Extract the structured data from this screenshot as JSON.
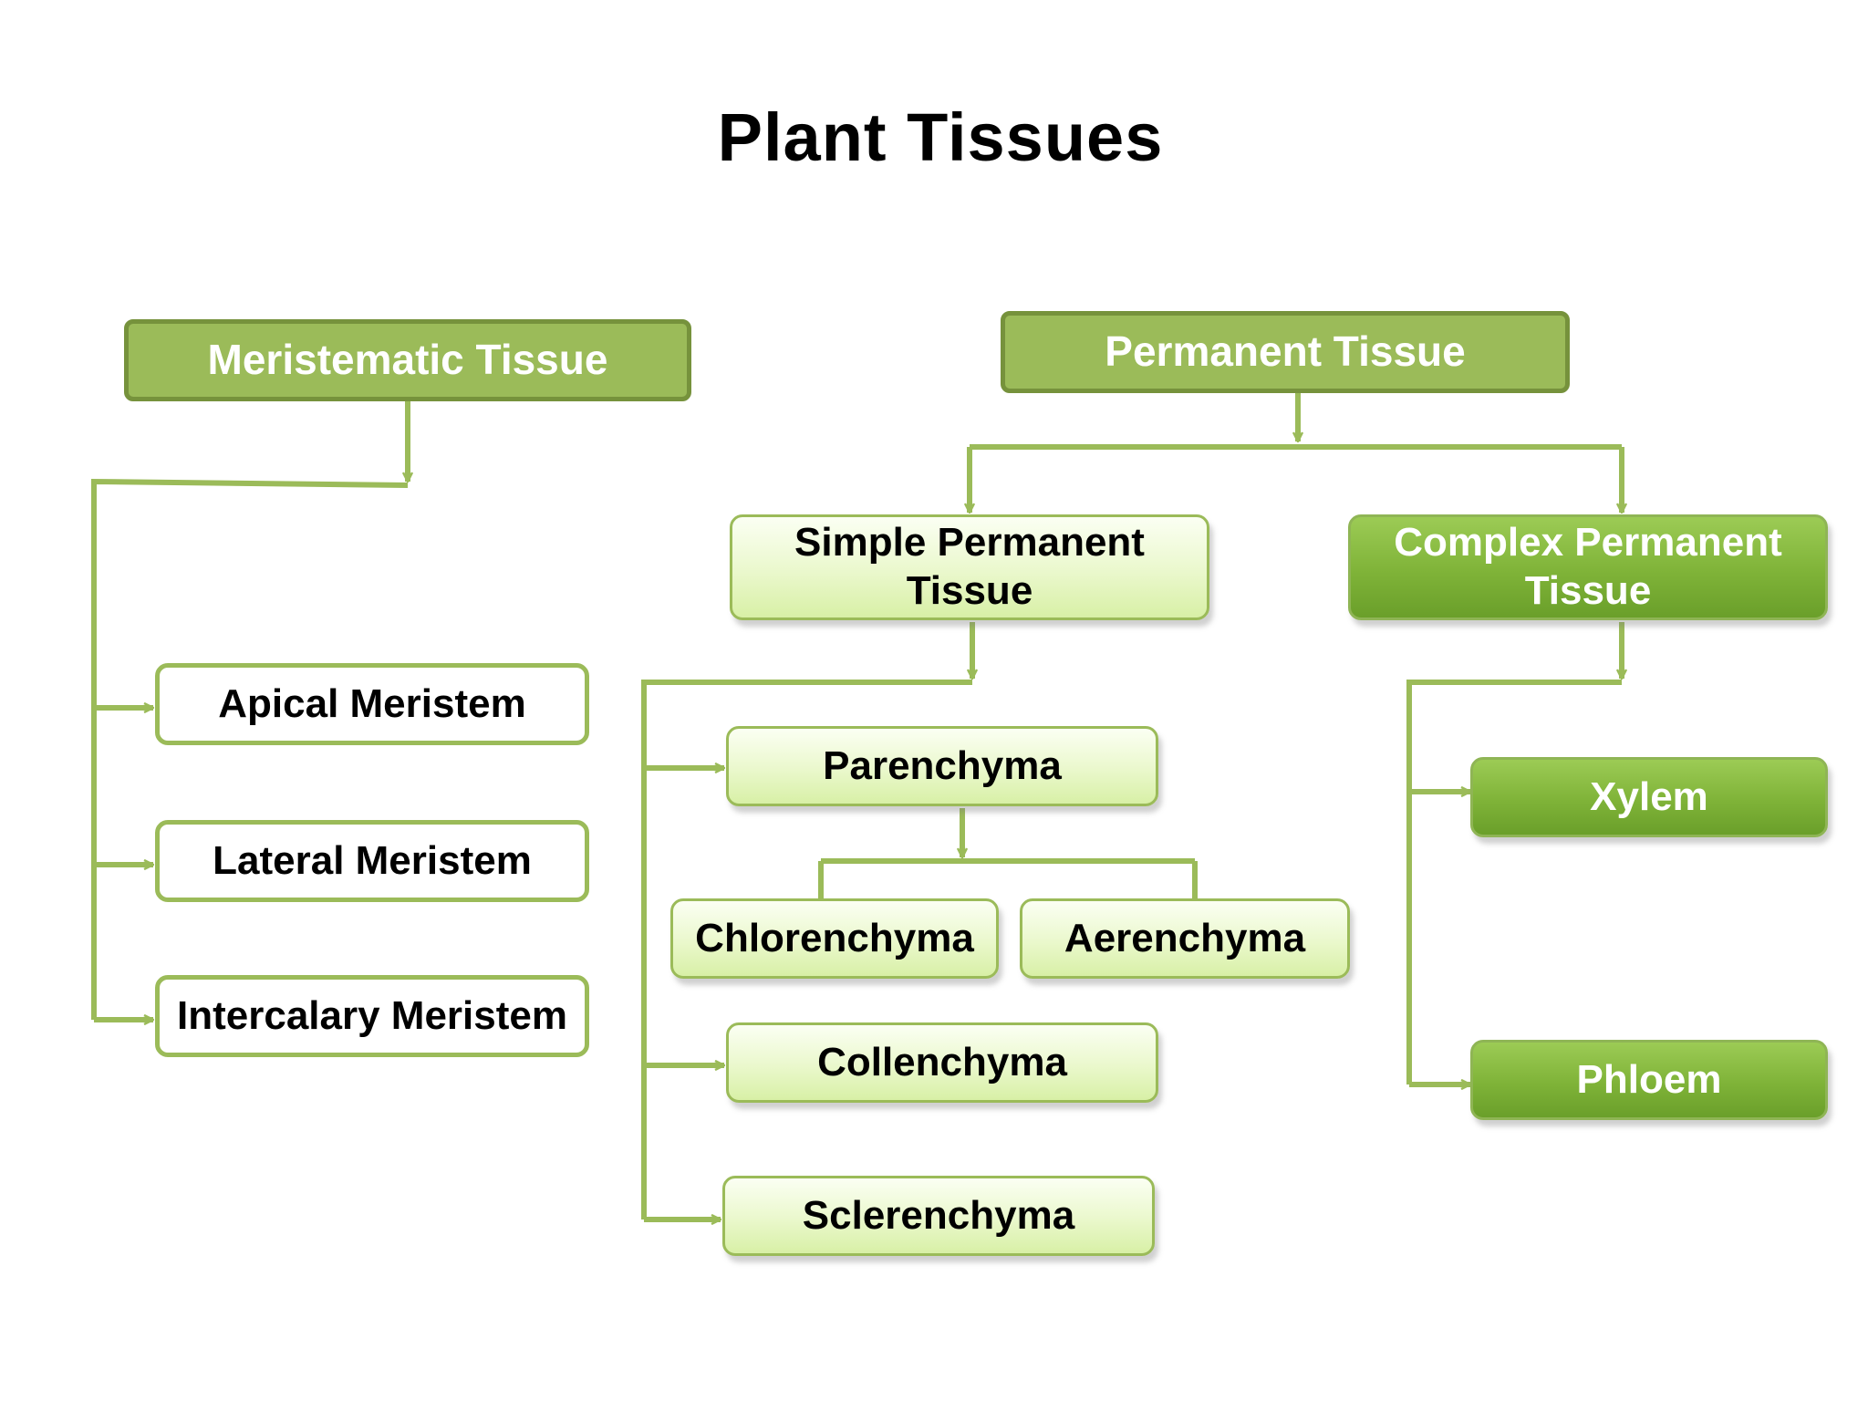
{
  "title": "Plant Tissues",
  "nodes": {
    "meristematic": "Meristematic Tissue",
    "permanent": "Permanent Tissue",
    "simple_permanent": "Simple Permanent Tissue",
    "complex_permanent": "Complex Permanent Tissue",
    "apical": "Apical Meristem",
    "lateral": "Lateral Meristem",
    "intercalary": "Intercalary Meristem",
    "parenchyma": "Parenchyma",
    "chlorenchyma": "Chlorenchyma",
    "aerenchyma": "Aerenchyma",
    "collenchyma": "Collenchyma",
    "sclerenchyma": "Sclerenchyma",
    "xylem": "Xylem",
    "phloem": "Phloem"
  },
  "colors": {
    "connector": "#9bbb59",
    "dark_fill": "#9bbb59",
    "dark_border": "#76923c"
  }
}
